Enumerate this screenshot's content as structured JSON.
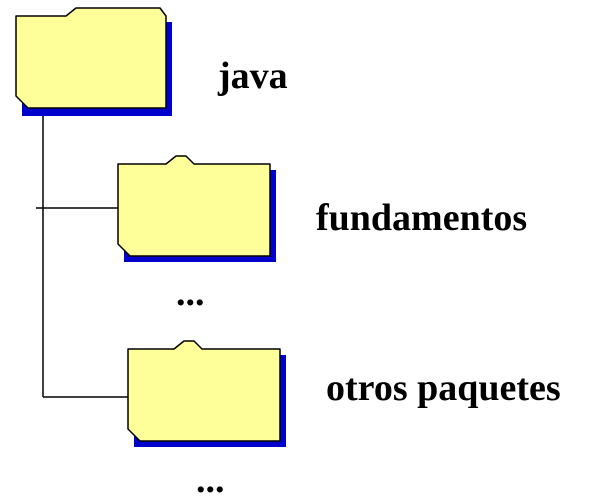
{
  "diagram": {
    "root": {
      "label": "java"
    },
    "children": [
      {
        "label": "fundamentos"
      },
      {
        "label": "otros paquetes"
      }
    ],
    "ellipsis": [
      "...",
      "..."
    ]
  },
  "colors": {
    "folder_fill": "#FFFF99",
    "folder_shadow": "#0000CC",
    "outline": "#000000",
    "connector": "#000000"
  }
}
